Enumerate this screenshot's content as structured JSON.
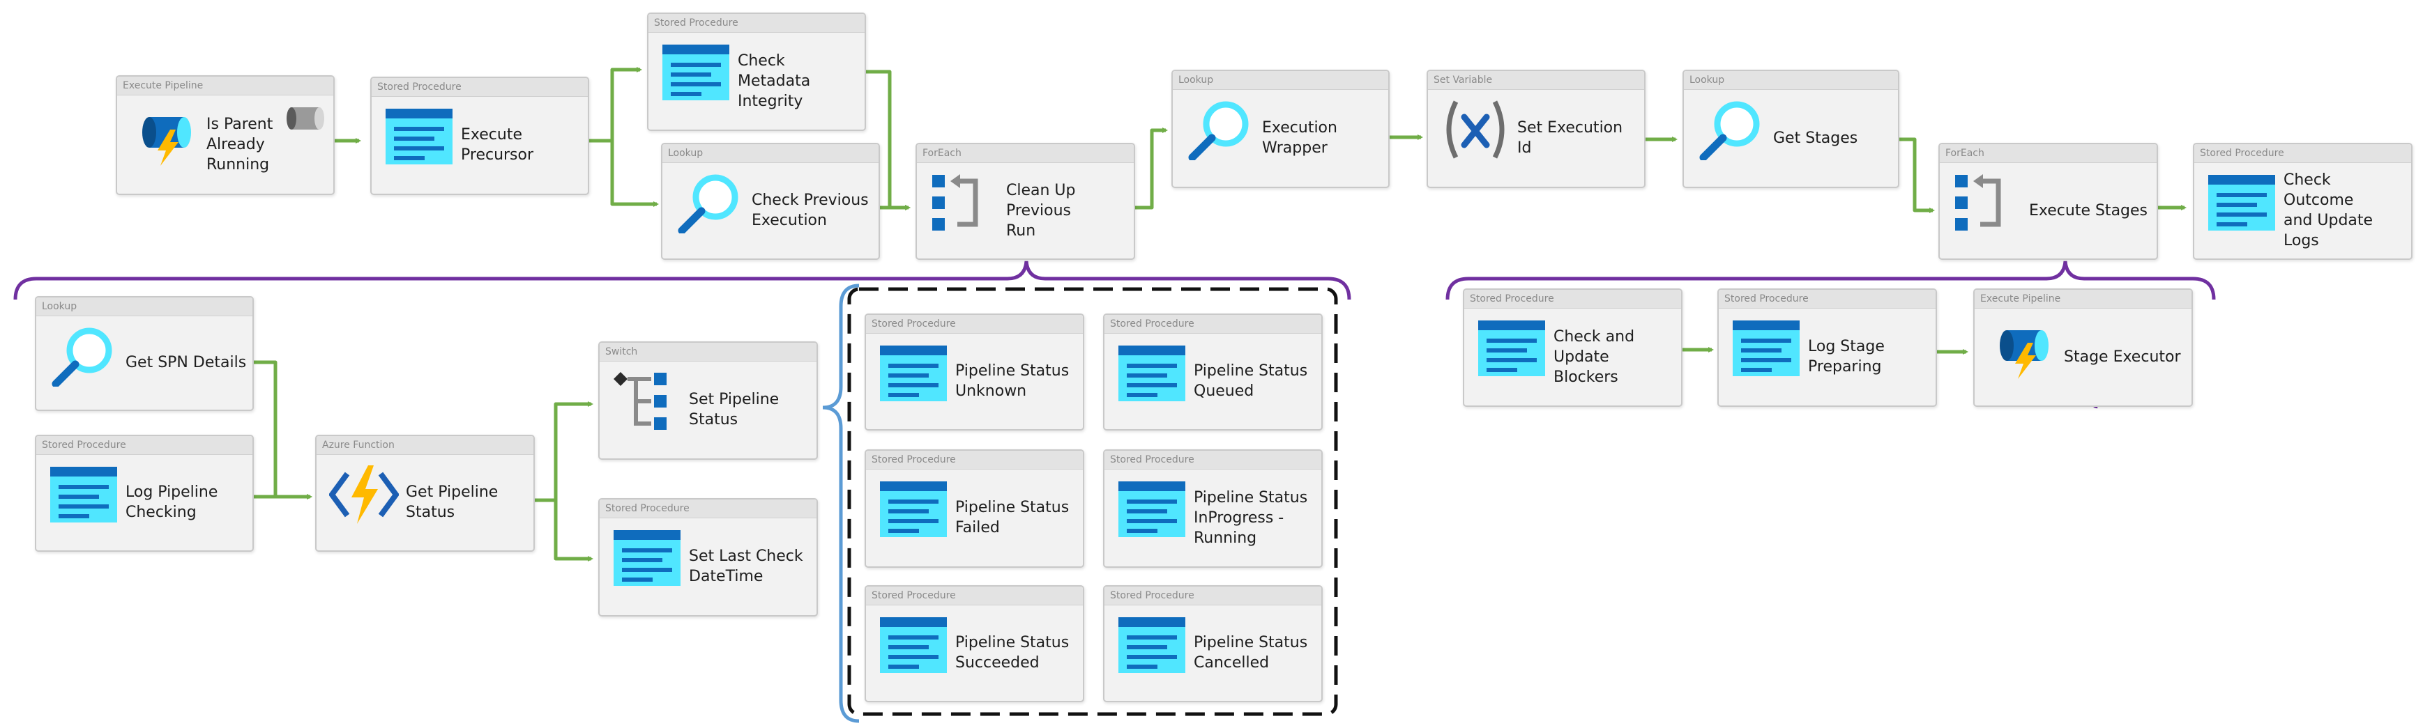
{
  "colors": {
    "flow": "#70ad47",
    "bracket": "#7030a0",
    "switch_brace": "#5b9bd5",
    "card_bg": "#f2f2f2",
    "card_border": "#c9c9c9",
    "header_bg": "#e3e3e3",
    "header_text": "#8a8a8a",
    "label_text": "#1e1e1e",
    "icon_blue": "#0f6cbd",
    "icon_cyan": "#50e6ff"
  },
  "activities": [
    {
      "id": "is-parent-already-running",
      "category": "Execute Pipeline",
      "label": "Is Parent Already\nRunning",
      "icon": "execute-pipeline-icon"
    },
    {
      "id": "execute-precursor",
      "category": "Stored Procedure",
      "label": "Execute Precursor",
      "icon": "stored-procedure-icon"
    },
    {
      "id": "check-metadata-integrity",
      "category": "Stored Procedure",
      "label": "Check Metadata\nIntegrity",
      "icon": "stored-procedure-icon"
    },
    {
      "id": "check-previous-execution",
      "category": "Lookup",
      "label": "Check Previous\nExecution",
      "icon": "lookup-icon"
    },
    {
      "id": "clean-up-previous-run",
      "category": "ForEach",
      "label": "Clean Up Previous\nRun",
      "icon": "foreach-icon"
    },
    {
      "id": "execution-wrapper",
      "category": "Lookup",
      "label": "Execution\nWrapper",
      "icon": "lookup-icon"
    },
    {
      "id": "set-execution-id",
      "category": "Set Variable",
      "label": "Set Execution Id",
      "icon": "set-variable-icon"
    },
    {
      "id": "get-stages",
      "category": "Lookup",
      "label": "Get Stages",
      "icon": "lookup-icon"
    },
    {
      "id": "execute-stages",
      "category": "ForEach",
      "label": "Execute Stages",
      "icon": "foreach-icon"
    },
    {
      "id": "check-outcome-and-update-logs",
      "category": "Stored Procedure",
      "label": "Check Outcome\nand Update Logs",
      "icon": "stored-procedure-icon"
    },
    {
      "id": "get-spn-details",
      "category": "Lookup",
      "label": "Get SPN Details",
      "icon": "lookup-icon"
    },
    {
      "id": "log-pipeline-checking",
      "category": "Stored Procedure",
      "label": "Log Pipeline\nChecking",
      "icon": "stored-procedure-icon"
    },
    {
      "id": "get-pipeline-status",
      "category": "Azure Function",
      "label": "Get Pipeline\nStatus",
      "icon": "azure-function-icon"
    },
    {
      "id": "set-pipeline-status",
      "category": "Switch",
      "label": "Set Pipeline\nStatus",
      "icon": "switch-icon"
    },
    {
      "id": "set-last-check-datetime",
      "category": "Stored Procedure",
      "label": "Set Last Check\nDateTime",
      "icon": "stored-procedure-icon"
    },
    {
      "id": "pipeline-status-unknown",
      "category": "Stored Procedure",
      "label": "Pipeline Status\nUnknown",
      "icon": "stored-procedure-icon"
    },
    {
      "id": "pipeline-status-queued",
      "category": "Stored Procedure",
      "label": "Pipeline Status\nQueued",
      "icon": "stored-procedure-icon"
    },
    {
      "id": "pipeline-status-failed",
      "category": "Stored Procedure",
      "label": "Pipeline Status\nFailed",
      "icon": "stored-procedure-icon"
    },
    {
      "id": "pipeline-status-inprogress-running",
      "category": "Stored Procedure",
      "label": "Pipeline Status\nInProgress -\nRunning",
      "icon": "stored-procedure-icon"
    },
    {
      "id": "pipeline-status-succeeded",
      "category": "Stored Procedure",
      "label": "Pipeline Status\nSucceeded",
      "icon": "stored-procedure-icon"
    },
    {
      "id": "pipeline-status-cancelled",
      "category": "Stored Procedure",
      "label": "Pipeline Status\nCancelled",
      "icon": "stored-procedure-icon"
    },
    {
      "id": "check-and-update-blockers",
      "category": "Stored Procedure",
      "label": "Check and Update\nBlockers",
      "icon": "stored-procedure-icon"
    },
    {
      "id": "log-stage-preparing",
      "category": "Stored Procedure",
      "label": "Log Stage\nPreparing",
      "icon": "stored-procedure-icon"
    },
    {
      "id": "stage-executor",
      "category": "Execute Pipeline",
      "label": "Stage Executor",
      "icon": "execute-pipeline-icon"
    }
  ]
}
